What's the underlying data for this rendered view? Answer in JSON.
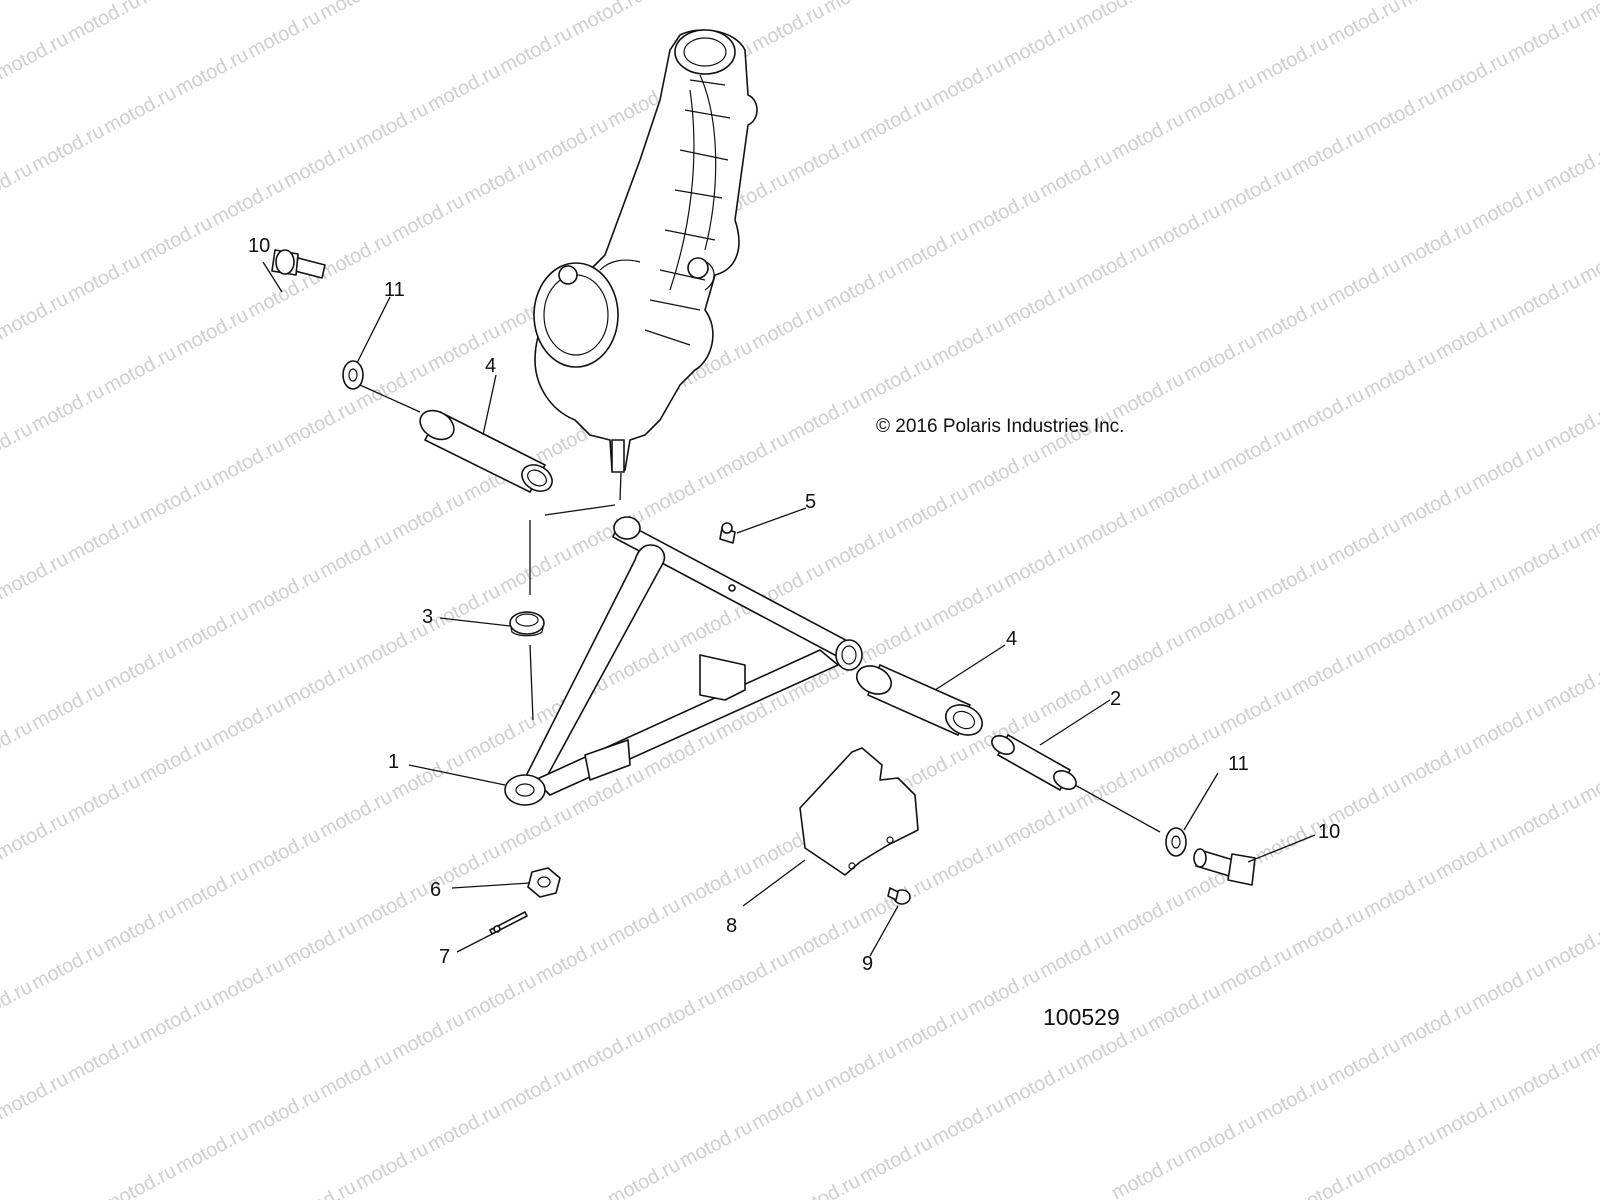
{
  "diagram": {
    "copyright": "© 2016 Polaris Industries Inc.",
    "drawing_number": "100529",
    "watermark_text": "motod.ru",
    "callouts": [
      {
        "id": "callout-1",
        "text": "1"
      },
      {
        "id": "callout-2",
        "text": "2"
      },
      {
        "id": "callout-3",
        "text": "3"
      },
      {
        "id": "callout-4-top",
        "text": "4"
      },
      {
        "id": "callout-4-right",
        "text": "4"
      },
      {
        "id": "callout-5",
        "text": "5"
      },
      {
        "id": "callout-6",
        "text": "6"
      },
      {
        "id": "callout-7",
        "text": "7"
      },
      {
        "id": "callout-8",
        "text": "8"
      },
      {
        "id": "callout-9",
        "text": "9"
      },
      {
        "id": "callout-10-left",
        "text": "10"
      },
      {
        "id": "callout-10-right",
        "text": "10"
      },
      {
        "id": "callout-11-left",
        "text": "11"
      },
      {
        "id": "callout-11-right",
        "text": "11"
      }
    ]
  }
}
